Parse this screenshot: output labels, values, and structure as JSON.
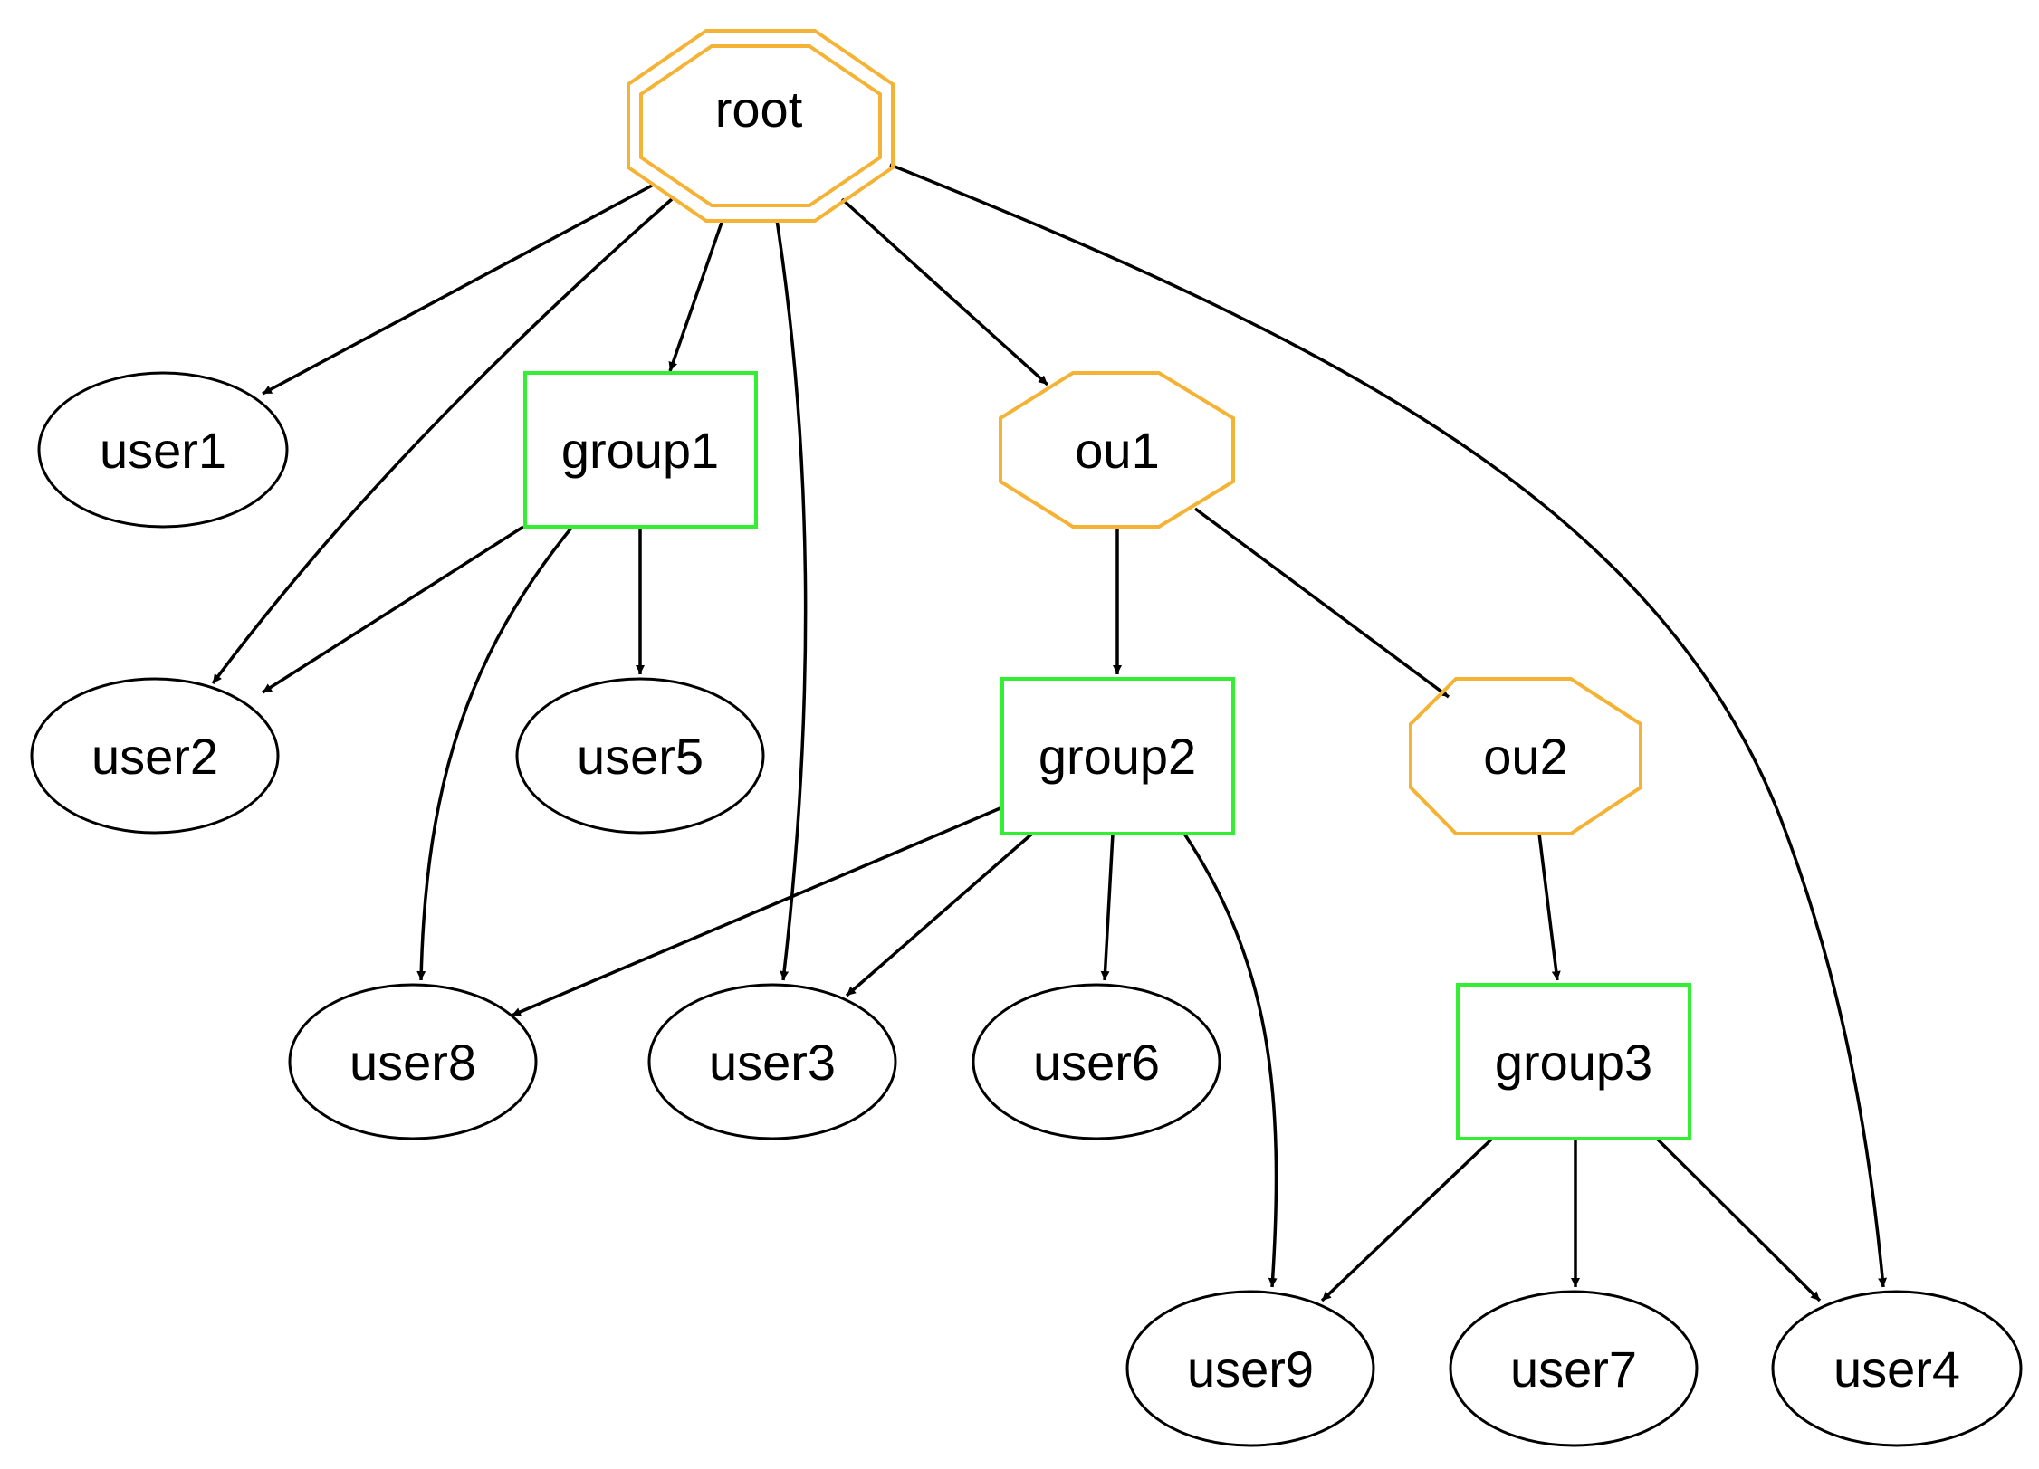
{
  "colors": {
    "ou_stroke": "#f5b335",
    "group_stroke": "#33ee33",
    "user_stroke": "#000000",
    "edge": "#000000"
  },
  "nodes": {
    "root": {
      "label": "root",
      "kind": "root"
    },
    "ou1": {
      "label": "ou1",
      "kind": "ou"
    },
    "ou2": {
      "label": "ou2",
      "kind": "ou"
    },
    "group1": {
      "label": "group1",
      "kind": "group"
    },
    "group2": {
      "label": "group2",
      "kind": "group"
    },
    "group3": {
      "label": "group3",
      "kind": "group"
    },
    "user1": {
      "label": "user1",
      "kind": "user"
    },
    "user2": {
      "label": "user2",
      "kind": "user"
    },
    "user3": {
      "label": "user3",
      "kind": "user"
    },
    "user4": {
      "label": "user4",
      "kind": "user"
    },
    "user5": {
      "label": "user5",
      "kind": "user"
    },
    "user6": {
      "label": "user6",
      "kind": "user"
    },
    "user7": {
      "label": "user7",
      "kind": "user"
    },
    "user8": {
      "label": "user8",
      "kind": "user"
    },
    "user9": {
      "label": "user9",
      "kind": "user"
    }
  },
  "edges": [
    {
      "from": "root",
      "to": "user1"
    },
    {
      "from": "root",
      "to": "user2"
    },
    {
      "from": "root",
      "to": "group1"
    },
    {
      "from": "root",
      "to": "user3"
    },
    {
      "from": "root",
      "to": "ou1"
    },
    {
      "from": "root",
      "to": "user4"
    },
    {
      "from": "group1",
      "to": "user2"
    },
    {
      "from": "group1",
      "to": "user5"
    },
    {
      "from": "group1",
      "to": "user8"
    },
    {
      "from": "ou1",
      "to": "group2"
    },
    {
      "from": "ou1",
      "to": "ou2"
    },
    {
      "from": "group2",
      "to": "user8"
    },
    {
      "from": "group2",
      "to": "user3"
    },
    {
      "from": "group2",
      "to": "user6"
    },
    {
      "from": "group2",
      "to": "user9"
    },
    {
      "from": "ou2",
      "to": "group3"
    },
    {
      "from": "group3",
      "to": "user9"
    },
    {
      "from": "group3",
      "to": "user7"
    },
    {
      "from": "group3",
      "to": "user4"
    }
  ]
}
